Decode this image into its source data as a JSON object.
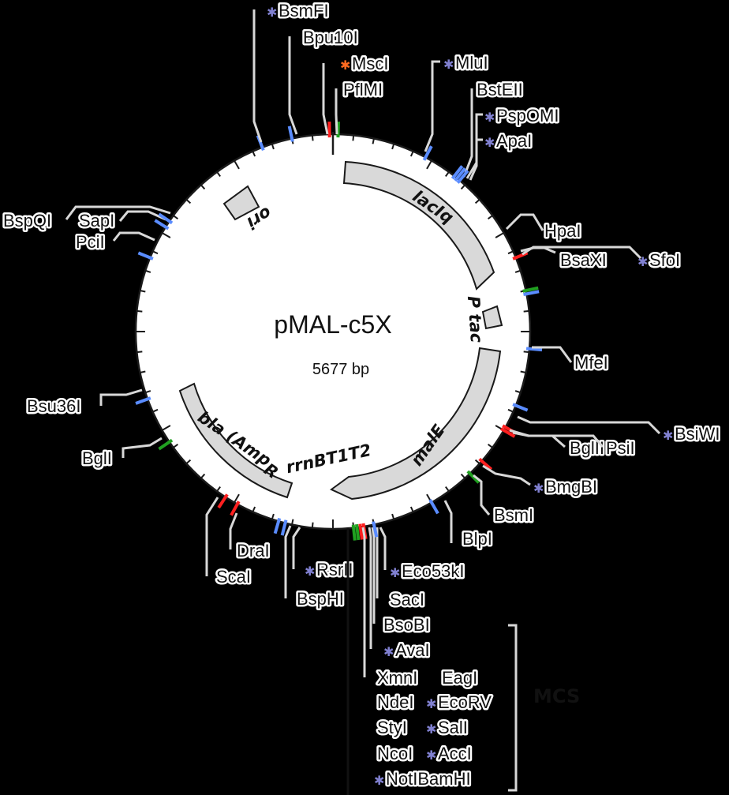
{
  "plasmid": {
    "name": "pMAL-c5X",
    "size": "5677 bp"
  },
  "colors": {
    "background": "#000000",
    "circle": "#ffffff",
    "feature_fill": "#d9d9d9",
    "feature_stroke": "#1a1a1a",
    "leader_line": "#d8d8d8",
    "single_cutter": "#5a8cff",
    "red_cutter": "#ff2020",
    "green_cutter": "#20a020",
    "star_marker": "#8080d0",
    "orange_marker": "#ff6a20"
  },
  "features": [
    {
      "id": "lacIq",
      "label": "lacIq",
      "icon": "arrow-feature-icon"
    },
    {
      "id": "ori",
      "label": "ori",
      "icon": "arrow-feature-icon"
    },
    {
      "id": "ptac",
      "label": "P tac",
      "icon": "promoter-icon"
    },
    {
      "id": "malE",
      "label": "malE",
      "icon": "arrow-feature-icon"
    },
    {
      "id": "rrnBT1T2",
      "label": "rrnBT1T2",
      "icon": "terminator-icon"
    },
    {
      "id": "bla",
      "label": "bla (AmpR",
      "sup": "R",
      "icon": "arrow-feature-icon"
    }
  ],
  "sites": [
    {
      "id": "BsmFI",
      "label": "BsmFI",
      "color": "blue",
      "star": true
    },
    {
      "id": "Bpu10I",
      "label": "Bpu10I",
      "color": "blue",
      "star": false
    },
    {
      "id": "MscI",
      "label": "MscI",
      "color": "red",
      "star": true,
      "star_color": "orange"
    },
    {
      "id": "PflMI",
      "label": "PflMI",
      "color": "green",
      "star": false
    },
    {
      "id": "MluI",
      "label": "MluI",
      "color": "blue",
      "star": true
    },
    {
      "id": "BstEII",
      "label": "BstEII",
      "color": "blue",
      "star": false
    },
    {
      "id": "PspOMI",
      "label": "PspOMI",
      "color": "blue",
      "star": true
    },
    {
      "id": "ApaI",
      "label": "ApaI",
      "color": "blue",
      "star": true
    },
    {
      "id": "HpaI",
      "label": "HpaI",
      "color": "red",
      "star": false
    },
    {
      "id": "BsaXI",
      "label": "BsaXI",
      "color": "green",
      "star": false
    },
    {
      "id": "SfoI",
      "label": "SfoI",
      "color": "blue",
      "star": true
    },
    {
      "id": "MfeI",
      "label": "MfeI",
      "color": "blue",
      "star": false
    },
    {
      "id": "BsiWI",
      "label": "BsiWI",
      "color": "blue",
      "star": true
    },
    {
      "id": "BglII",
      "label": "BglII",
      "color": "red",
      "star": false
    },
    {
      "id": "PsiI",
      "label": "PsiI",
      "color": "red",
      "star": false
    },
    {
      "id": "BmgBI",
      "label": "BmgBI",
      "color": "red",
      "star": true
    },
    {
      "id": "BsmI",
      "label": "BsmI",
      "color": "green",
      "star": false
    },
    {
      "id": "BlpI",
      "label": "BlpI",
      "color": "blue",
      "star": false
    },
    {
      "id": "Eco53kI",
      "label": "Eco53kI",
      "color": "green",
      "star": true
    },
    {
      "id": "SacI",
      "label": "SacI",
      "color": "green",
      "star": false
    },
    {
      "id": "BsoBI",
      "label": "BsoBI",
      "color": "red",
      "star": false
    },
    {
      "id": "AvaI",
      "label": "AvaI",
      "color": "red",
      "star": true
    },
    {
      "id": "XmnI",
      "label": "XmnI",
      "color": "blue",
      "star": false
    },
    {
      "id": "RsrII",
      "label": "RsrII",
      "color": "blue",
      "star": true
    },
    {
      "id": "BspHI",
      "label": "BspHI",
      "color": "blue",
      "star": false
    },
    {
      "id": "DraI",
      "label": "DraI",
      "color": "red",
      "star": false
    },
    {
      "id": "ScaI",
      "label": "ScaI",
      "color": "red",
      "star": false
    },
    {
      "id": "BglI",
      "label": "BglI",
      "color": "green",
      "star": false
    },
    {
      "id": "Bsu36I",
      "label": "Bsu36I",
      "color": "blue",
      "star": false
    },
    {
      "id": "PciI",
      "label": "PciI",
      "color": "blue",
      "star": false
    },
    {
      "id": "SapI",
      "label": "SapI",
      "color": "blue",
      "star": false
    },
    {
      "id": "BspQI",
      "label": "BspQI",
      "color": "blue",
      "star": false
    }
  ],
  "mcs": {
    "label": "MCS",
    "rows": [
      [
        {
          "label": "EagI",
          "star": false
        }
      ],
      [
        {
          "label": "NdeI",
          "star": false
        },
        {
          "label": "EcoRV",
          "star": true
        }
      ],
      [
        {
          "label": "StyI",
          "star": false
        },
        {
          "label": "SalI",
          "star": true
        }
      ],
      [
        {
          "label": "NcoI",
          "star": false
        },
        {
          "label": "AccI",
          "star": true
        }
      ],
      [
        {
          "label": "NotIBamHI",
          "star": true
        }
      ]
    ]
  }
}
